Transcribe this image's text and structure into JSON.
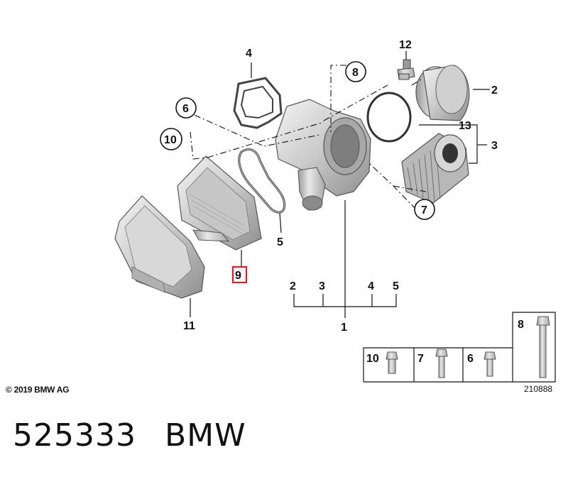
{
  "callouts": {
    "c1": "1",
    "c2": "2",
    "c3": "3",
    "c4": "4",
    "c5": "5",
    "c6": "6",
    "c7": "7",
    "c8": "8",
    "c9": "9",
    "c10": "10",
    "c11": "11",
    "c12": "12",
    "c13": "13"
  },
  "group_labels": [
    "2",
    "3",
    "4",
    "5"
  ],
  "inset_labels": {
    "i8": "8",
    "i10": "10",
    "i7": "7",
    "i6": "6"
  },
  "copyright": "© 2019 BMW AG",
  "drawing_number": "210888",
  "footer": {
    "part_number": "525333",
    "brand": "BMW"
  },
  "highlight_color": "#e0141e"
}
